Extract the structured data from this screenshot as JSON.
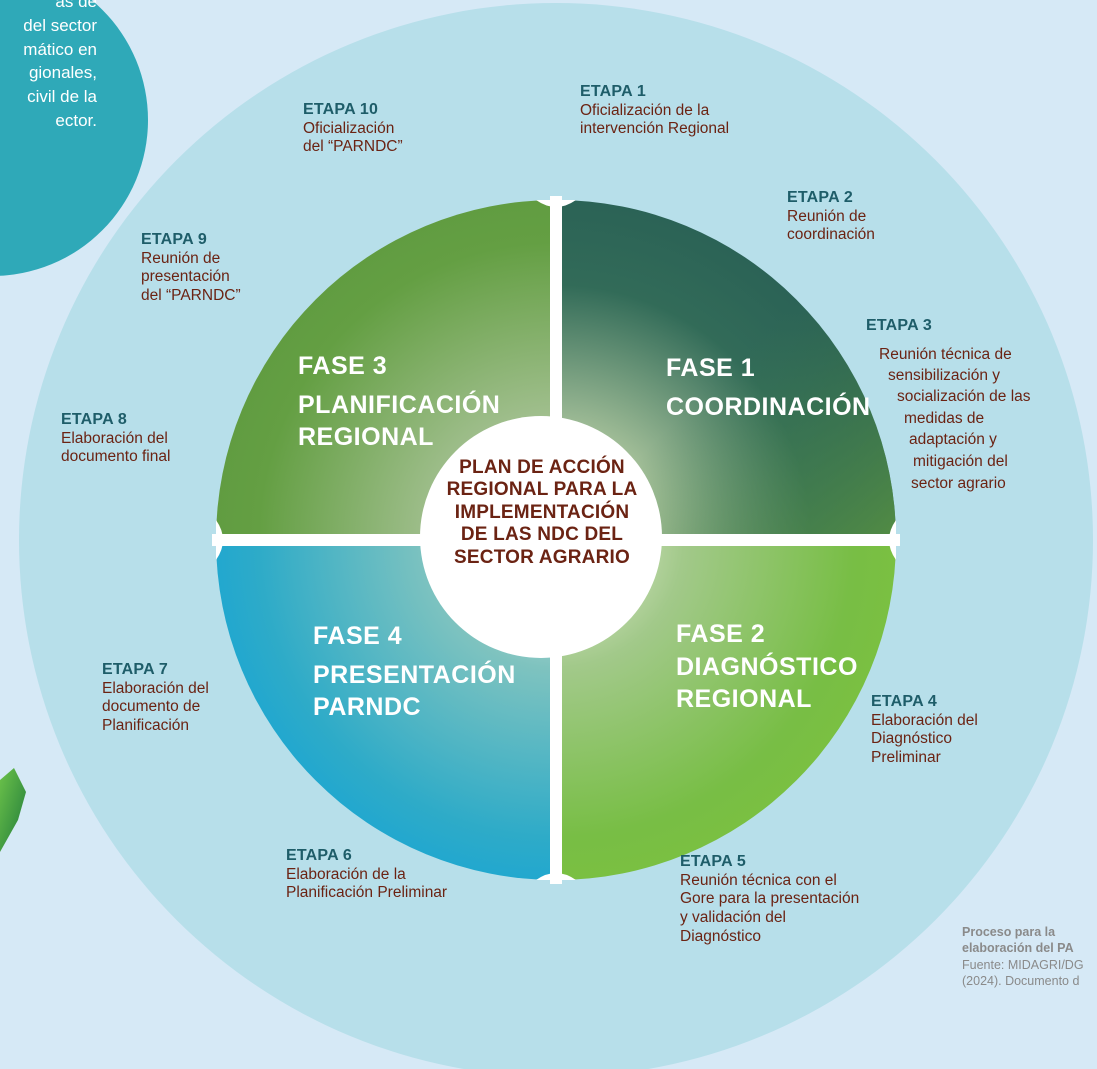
{
  "intro": {
    "lines": [
      "as de",
      "del sector",
      "mático en",
      "gionales,",
      "civil de la",
      "ector."
    ]
  },
  "center": {
    "title_lines": [
      "PLAN DE ACCIÓN",
      "REGIONAL PARA LA",
      "IMPLEMENTACIÓN",
      "DE LAS NDC DEL",
      "SECTOR AGRARIO"
    ]
  },
  "fases": [
    {
      "number": "FASE 1",
      "name_lines": [
        "COORDINACIÓN"
      ]
    },
    {
      "number": "FASE 2",
      "name_lines": [
        "DIAGNÓSTICO",
        "REGIONAL"
      ]
    },
    {
      "number": "FASE 3",
      "name_lines": [
        "PLANIFICACIÓN",
        "REGIONAL"
      ]
    },
    {
      "number": "FASE 4",
      "name_lines": [
        "PRESENTACIÓN",
        "PARNDC"
      ]
    }
  ],
  "etapas": [
    {
      "title": "ETAPA 1",
      "desc_lines": [
        "Oficialización de la",
        "intervención Regional"
      ]
    },
    {
      "title": "ETAPA 2",
      "desc_lines": [
        "Reunión de",
        "coordinación"
      ]
    },
    {
      "title": "ETAPA 3",
      "desc_lines": [
        "Reunión técnica de",
        "sensibilización y",
        "socialización de las",
        "medidas de",
        "adaptación y",
        "mitigación del",
        "sector agrario"
      ]
    },
    {
      "title": "ETAPA 4",
      "desc_lines": [
        "Elaboración del",
        "Diagnóstico",
        "Preliminar"
      ]
    },
    {
      "title": "ETAPA 5",
      "desc_lines": [
        "Reunión técnica con el",
        "Gore para la presentación",
        "y validación del",
        "Diagnóstico"
      ]
    },
    {
      "title": "ETAPA 6",
      "desc_lines": [
        "Elaboración de la",
        "Planificación Preliminar"
      ]
    },
    {
      "title": "ETAPA 7",
      "desc_lines": [
        "Elaboración del",
        "documento de",
        "Planificación"
      ]
    },
    {
      "title": "ETAPA 8",
      "desc_lines": [
        "Elaboración del",
        "documento final"
      ]
    },
    {
      "title": "ETAPA 9",
      "desc_lines": [
        "Reunión de",
        "presentación",
        "del “PARNDC”"
      ]
    },
    {
      "title": "ETAPA 10",
      "desc_lines": [
        "Oficialización",
        "del “PARNDC”"
      ]
    }
  ],
  "caption": {
    "title_lines": [
      "Proceso para la",
      "elaboración del PA"
    ],
    "source_lines": [
      "Fuente: MIDAGRI/DG",
      "(2024). Documento d"
    ]
  },
  "colors": {
    "background": "#d6e9f6",
    "outer_ring": "#b7dfea",
    "intro_circle": "#2fa9b8",
    "etapa_title": "#1e5d69",
    "etapa_text": "#6b2313",
    "fase1": "#276157",
    "fase2": "#6fb53d",
    "fase3": "#5a9a3e",
    "fase4": "#10a0d8"
  }
}
